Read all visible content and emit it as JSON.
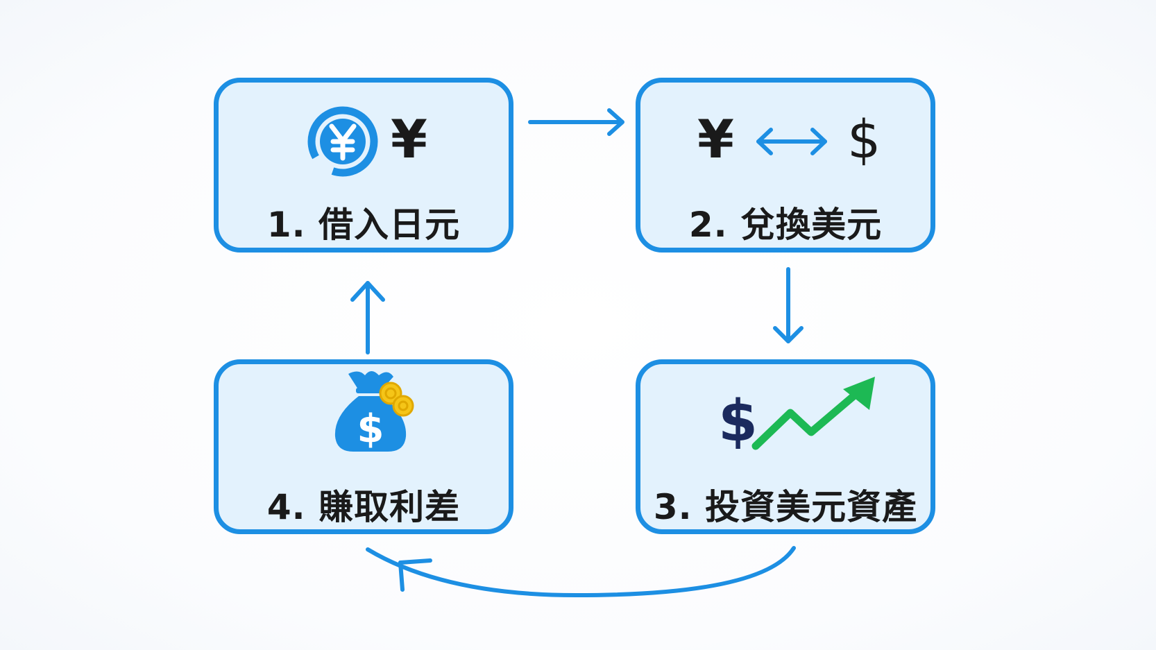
{
  "steps": [
    {
      "id": "borrow",
      "label": "1. 借入日元"
    },
    {
      "id": "convert",
      "label": "2. 兌換美元"
    },
    {
      "id": "invest",
      "label": "3. 投資美元資產"
    },
    {
      "id": "profit",
      "label": "4. 賺取利差"
    }
  ],
  "glyphs": {
    "yen": "¥",
    "dollar": "$"
  },
  "icons": {
    "step1": [
      "yen-coin-icon",
      "yen-sign-icon"
    ],
    "step2": [
      "yen-sign-icon",
      "exchange-arrows-icon",
      "dollar-sign-icon"
    ],
    "step3": [
      "dollar-sign-icon",
      "growth-trend-arrow-icon"
    ],
    "step4": [
      "money-bag-icon",
      "gold-coins-icon"
    ]
  },
  "colors": {
    "accent": "#1d8fe3",
    "box_fill": "#e3f2fd",
    "trend_green": "#1db954",
    "dark_navy": "#1b2a5e",
    "coin_gold": "#f5c518",
    "text": "#1a1a1a"
  }
}
